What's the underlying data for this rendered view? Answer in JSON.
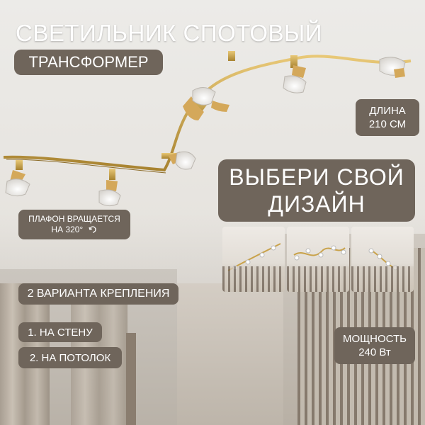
{
  "title": "СВЕТИЛЬНИК СПОТОВЫЙ",
  "subtitle": "ТРАНСФОРМЕР",
  "length": {
    "label": "ДЛИНА",
    "value": "210 СМ"
  },
  "design": {
    "line1": "ВЫБЕРИ СВОЙ",
    "line2": "ДИЗАЙН"
  },
  "rotation": {
    "line1": "ПЛАФОН ВРАЩАЕТСЯ",
    "line2": "НА 320°",
    "icon": "rotate-icon"
  },
  "mounting": {
    "heading": "2 ВАРИАНТА КРЕПЛЕНИЯ",
    "option1": "1. НА СТЕНУ",
    "option2": "2. НА ПОТОЛОК"
  },
  "power": {
    "label": "МОЩНОСТЬ",
    "value": "240 Вт"
  },
  "colors": {
    "accent": "#6f655b",
    "text": "#ffffff",
    "brass": "#c9a24a"
  }
}
